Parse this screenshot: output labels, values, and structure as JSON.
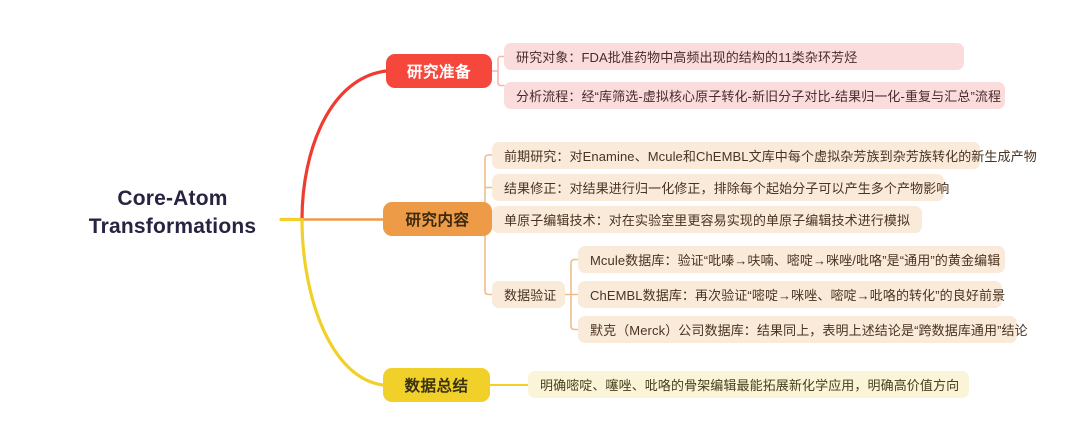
{
  "document": {
    "type": "mindmap",
    "background": "#ffffff"
  },
  "root": {
    "label": "Core-Atom\nTransformations",
    "line1": "Core-Atom",
    "line2": "Transformations",
    "color": "#262440"
  },
  "colors": {
    "red_node": "#F5473C",
    "red_leaf": "#FBDCDC",
    "red_edge": "#F03B30",
    "orange_node": "#EE9B47",
    "orange_leaf": "#FAEADA",
    "orange_edge": "#EE9B47",
    "yellow_node": "#F2D02A",
    "yellow_leaf": "#FAF4D8",
    "yellow_edge": "#F2D02A"
  },
  "branches": [
    {
      "id": "prep",
      "label": "研究准备",
      "theme": "red",
      "children": [
        {
          "label": "研究对象：FDA批准药物中高频出现的结构的11类杂环芳烃"
        },
        {
          "label": "分析流程：经“库筛选-虚拟核心原子转化-新旧分子对比-结果归一化-重复与汇总”流程"
        }
      ]
    },
    {
      "id": "content",
      "label": "研究内容",
      "theme": "orange",
      "children": [
        {
          "label": "前期研究：对Enamine、Mcule和ChEMBL文库中每个虚拟杂芳族到杂芳族转化的新生成产物"
        },
        {
          "label": "结果修正：对结果进行归一化修正，排除每个起始分子可以产生多个产物影响"
        },
        {
          "label": "单原子编辑技术：对在实验室里更容易实现的单原子编辑技术进行模拟"
        },
        {
          "label": "数据验证",
          "children": [
            {
              "label": "Mcule数据库：验证“吡嗪→呋喃、嘧啶→咪唑/吡咯”是“通用”的黄金编辑"
            },
            {
              "label": "ChEMBL数据库：再次验证“嘧啶→咪唑、嘧啶→吡咯的转化”的良好前景"
            },
            {
              "label": "默克（Merck）公司数据库：结果同上，表明上述结论是“跨数据库通用”结论"
            }
          ]
        }
      ]
    },
    {
      "id": "summary",
      "label": "数据总结",
      "theme": "yellow",
      "children": [
        {
          "label": "明确嘧啶、噻唑、吡咯的骨架编辑最能拓展新化学应用，明确高价值方向"
        }
      ]
    }
  ]
}
